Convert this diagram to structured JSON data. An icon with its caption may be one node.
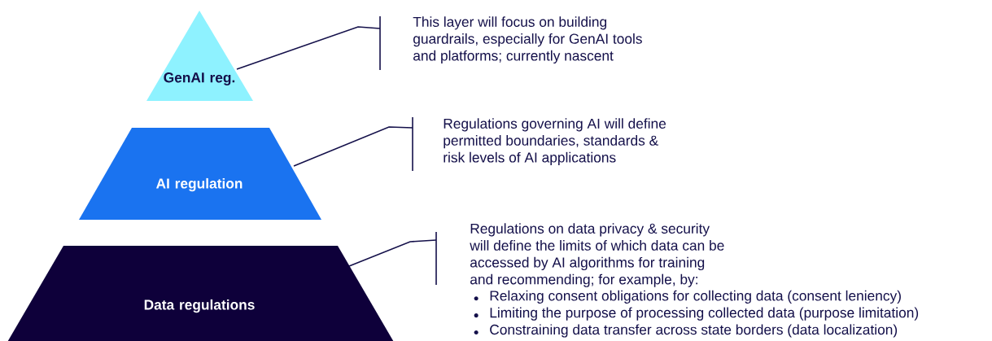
{
  "diagram": {
    "nodes": [
      {
        "text": [
          "GenAI reg."
        ]
      },
      {
        "text": [
          "AI regulation"
        ]
      },
      {
        "text": [
          "Data regulations"
        ]
      },
      {
        "text": [
          "This layer will focus on building guardrails, especially for GenAI tools and platforms; currently nascent"
        ]
      },
      {
        "text": [
          "Regulations governing AI will define permitted boundaries, standards & risk levels of AI applications"
        ]
      },
      {
        "text": [
          "Regulations on data privacy & security will define the limits of which data can be accessed by AI algorithms for training and recommending; for example, by:",
          "Relaxing consent obligations for collecting data (consent leniency)",
          "Limiting the purpose of processing collected data (purpose limitation)",
          "Constraining data transfer across state borders (data localization)"
        ]
      }
    ],
    "edges": [
      {
        "from": 0,
        "to": 3,
        "arrow": "none"
      },
      {
        "from": 1,
        "to": 4,
        "arrow": "none"
      },
      {
        "from": 2,
        "to": 5,
        "arrow": "none"
      }
    ]
  }
}
